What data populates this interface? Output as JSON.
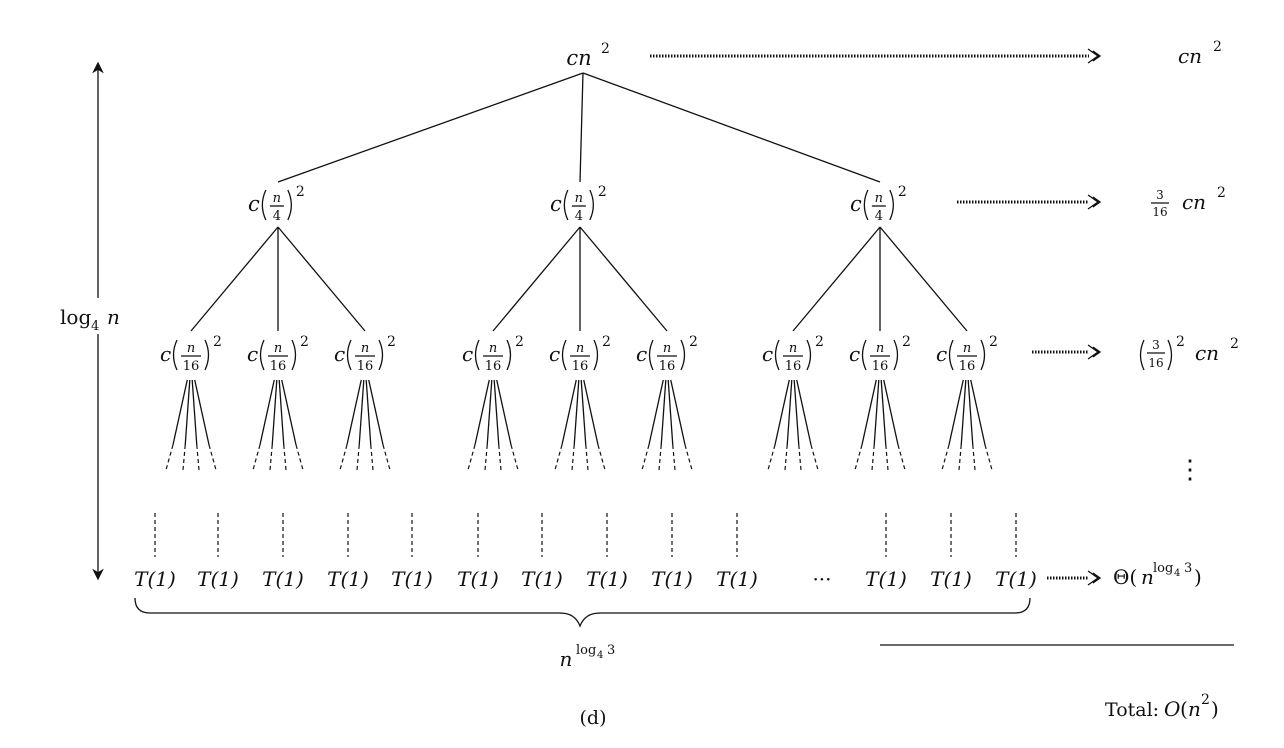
{
  "diagram": {
    "root": {
      "c": "cn",
      "exp": "2"
    },
    "level1_nodes": [
      {
        "c": "c",
        "num": "n",
        "den": "4",
        "exp": "2"
      },
      {
        "c": "c",
        "num": "n",
        "den": "4",
        "exp": "2"
      },
      {
        "c": "c",
        "num": "n",
        "den": "4",
        "exp": "2"
      }
    ],
    "level2_node": {
      "c": "c",
      "num": "n",
      "den": "16",
      "exp": "2"
    },
    "leaf_label": "T(1)",
    "leaf_ellipsis": "···",
    "height": {
      "base": "log",
      "sub": "4",
      "var": "n"
    },
    "leaf_count": {
      "base": "n",
      "sup_log": "log",
      "sup_sub": "4",
      "sup_arg": "3"
    },
    "caption": "(d)"
  },
  "level_costs": {
    "level0": {
      "text": "cn",
      "exp": "2"
    },
    "level1": {
      "num": "3",
      "den": "16",
      "text": "cn",
      "exp": "2"
    },
    "level2": {
      "num": "3",
      "den": "16",
      "exp": "2",
      "text": "cn",
      "exp2": "2"
    },
    "vdots": "⋮",
    "leaves": {
      "theta": "Θ(",
      "n": "n",
      "sup_log": "log",
      "sup_sub": "4",
      "sup_arg": "3",
      "close": ")"
    },
    "total": {
      "label": "Total:",
      "O": "O",
      "open": "(",
      "n": "n",
      "exp": "2",
      "close": ")"
    }
  }
}
